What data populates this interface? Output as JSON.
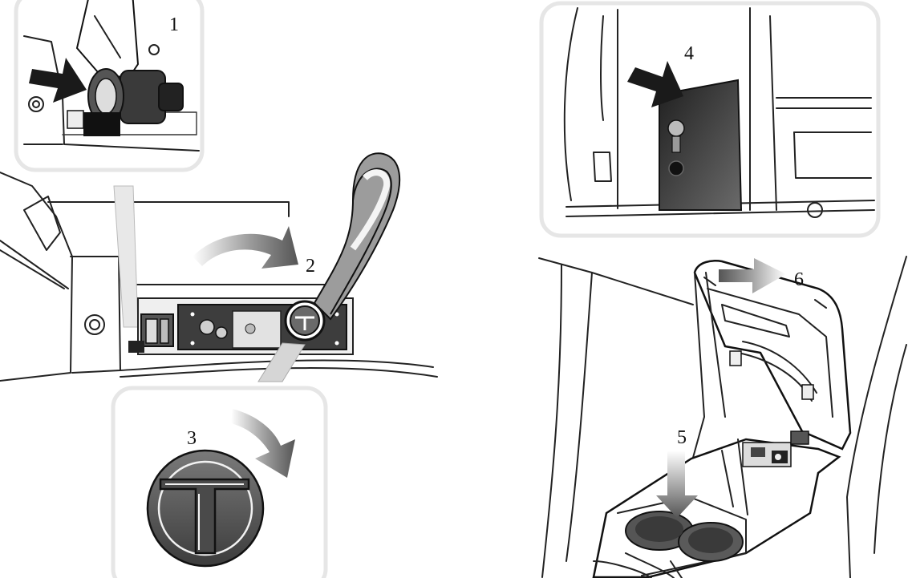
{
  "callouts": {
    "step1": "1",
    "step2": "2",
    "step3": "3",
    "step4": "4",
    "step5": "5",
    "step6": "6"
  },
  "colors": {
    "line": "#222222",
    "arrow_dark": "#1a1a1a",
    "arrow_grey": "#6e6e6e",
    "panel_dark": "#3a3a3a",
    "inset_border": "#e6e6e6"
  }
}
